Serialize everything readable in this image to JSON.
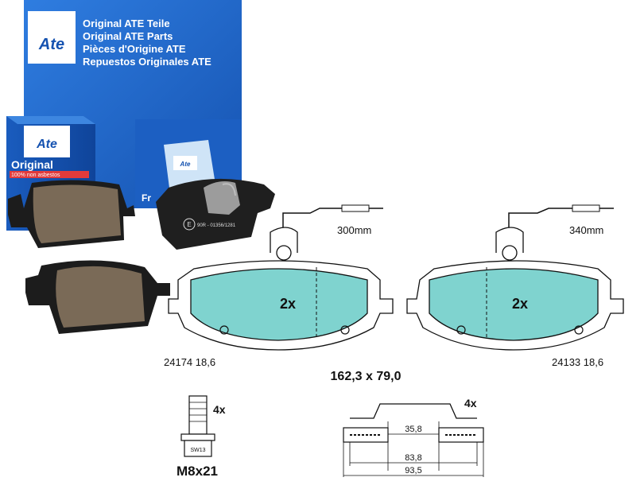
{
  "box": {
    "brand": "Ate",
    "lines": [
      "Original ATE Teile",
      "Original ATE Parts",
      "Pièces d'Origine ATE",
      "Repuestos Originales ATE"
    ]
  },
  "small_box": {
    "brand": "Ate",
    "title": "Original",
    "subtitle": "100% non asbestos",
    "partial_text": "Fr"
  },
  "pad_stamp": "90R - 01356/1281",
  "pad_stamp_mark": "E",
  "left_pad": {
    "wire_length": "300mm",
    "quantity": "2x",
    "part_code": "24174 18,6"
  },
  "right_pad": {
    "wire_length": "340mm",
    "quantity": "2x",
    "part_code": "24133 18,6"
  },
  "pad_dimensions": "162,3 x 79,0",
  "bolt": {
    "quantity": "4x",
    "tag": "SW13",
    "size": "M8x21"
  },
  "clip": {
    "quantity": "4x",
    "dim_inner": "35,8",
    "dim_mid": "83,8",
    "dim_outer": "93,5"
  },
  "colors": {
    "box_blue": "#1a63c8",
    "pad_cyan": "#7fd3cf",
    "friction_brown": "#7a6a57",
    "backing_black": "#1c1c1c"
  }
}
